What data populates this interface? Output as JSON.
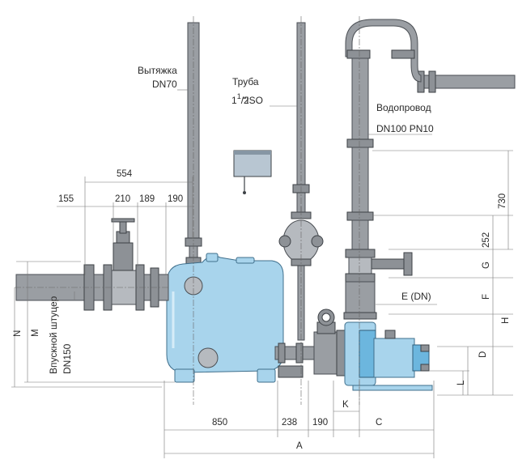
{
  "labels": {
    "exhaust": [
      "Вытяжка",
      "DN70"
    ],
    "pipe": [
      "Труба",
      "1",
      "1",
      "/",
      "2",
      "\"ISO"
    ],
    "water": [
      "Водопровод",
      "DN100 PN10"
    ],
    "inlet": [
      "Впускной штуцер",
      "DN150"
    ],
    "e_dn": "E (DN)"
  },
  "dims": {
    "top": [
      "554",
      "155",
      "210",
      "189",
      "190"
    ],
    "bottom": [
      "850",
      "238",
      "190",
      "A",
      "K",
      "C"
    ],
    "right": [
      "730",
      "252",
      "G",
      "F",
      "H",
      "D",
      "L"
    ],
    "left": [
      "N",
      "M"
    ]
  },
  "colors": {
    "tank": "#a8d4ec",
    "pump": "#6cb6de",
    "pipe": "#9a9ea3"
  }
}
